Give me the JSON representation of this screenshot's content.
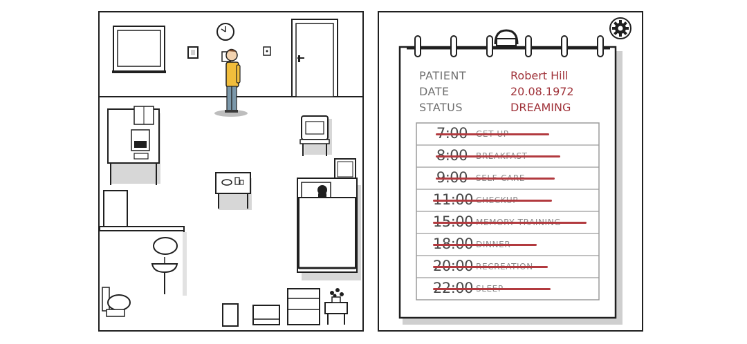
{
  "game": {
    "room_icons": [
      "wall-clock-icon",
      "window-icon",
      "door-icon",
      "patient-figure",
      "bed-icon",
      "table-icon",
      "sink-icon",
      "toilet-icon",
      "plant-icon"
    ],
    "settings_icon": "gear-icon"
  },
  "chart_record": {
    "labels": {
      "patient": "PATIENT",
      "date": "DATE",
      "status": "STATUS"
    },
    "values": {
      "patient": "Robert Hill",
      "date": "20.08.1972",
      "status": "DREAMING"
    },
    "schedule": [
      {
        "time": "7:00",
        "task": "GET UP",
        "done": true
      },
      {
        "time": "8:00",
        "task": "BREAKFAST",
        "done": true
      },
      {
        "time": "9:00",
        "task": "SELF-CARE",
        "done": true
      },
      {
        "time": "11:00",
        "task": "CHECKUP",
        "done": true
      },
      {
        "time": "15:00",
        "task": "MEMORY TRAINING",
        "done": true
      },
      {
        "time": "18:00",
        "task": "DINNER",
        "done": true
      },
      {
        "time": "20:00",
        "task": "RECREATION",
        "done": true
      },
      {
        "time": "22:00",
        "task": "SLEEP",
        "done": true
      }
    ]
  },
  "colors": {
    "ink": "#1f1f1f",
    "strike": "#b23a3f",
    "value_red": "#a0333a",
    "shadow": "#cfcfcf",
    "floor": "#ffffff"
  }
}
